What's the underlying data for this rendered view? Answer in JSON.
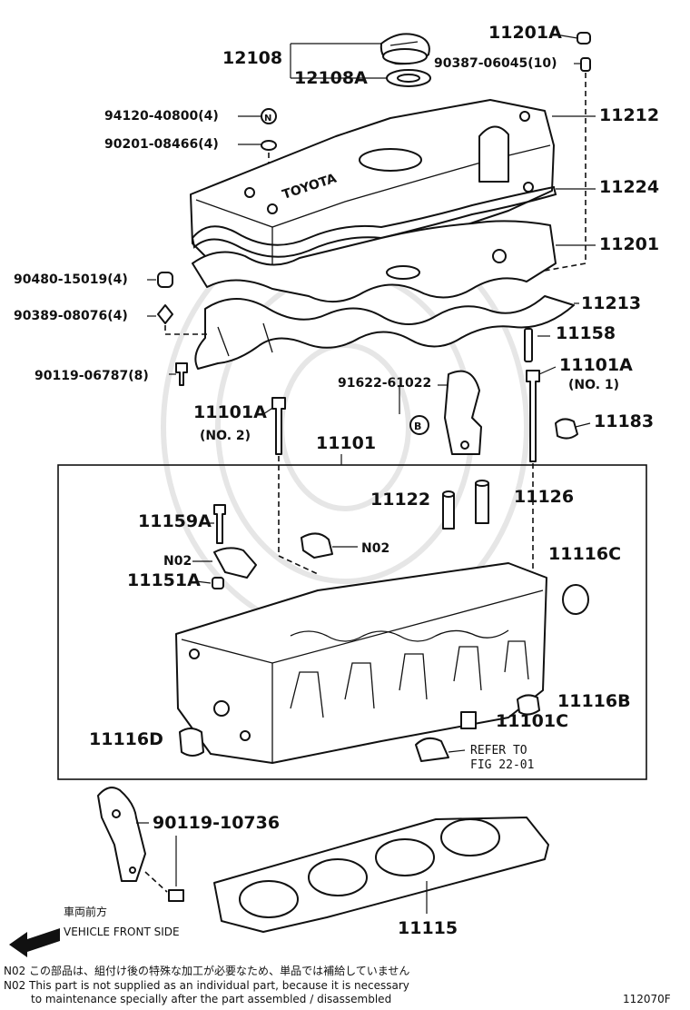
{
  "parts": {
    "p12108": "12108",
    "p12108A": "12108A",
    "p11201A": "11201A",
    "p90387": "90387-06045(10)",
    "p94120": "94120-40800(4)",
    "p90201": "90201-08466(4)",
    "p11212": "11212",
    "p11224": "11224",
    "p11201": "11201",
    "p90480": "90480-15019(4)",
    "p90389": "90389-08076(4)",
    "p11213": "11213",
    "p11158": "11158",
    "p90119a": "90119-06787(8)",
    "p91622": "91622-61022",
    "p11101A_1": "11101A",
    "p11101A_1sub": "(NO. 1)",
    "p11101A_2": "11101A",
    "p11101A_2sub": "(NO. 2)",
    "p11183": "11183",
    "p11101": "11101",
    "p11122": "11122",
    "p11126": "11126",
    "p11159A": "11159A",
    "n02_a": "N02",
    "n02_b": "N02",
    "p11151A": "11151A",
    "p11116C": "11116C",
    "p11116B": "11116B",
    "p11101C": "11101C",
    "p11116D": "11116D",
    "refer1": "REFER TO",
    "refer2": "FIG 22-01",
    "p90119b": "90119-10736",
    "p11115": "11115"
  },
  "markers": {
    "n_circle": "N",
    "b_circle": "B"
  },
  "brand": {
    "cover_logo": "TOYOTA"
  },
  "direction": {
    "jp": "車両前方",
    "en": "VEHICLE FRONT SIDE"
  },
  "footnotes": {
    "jp": "N02 この部品は、組付け後の特殊な加工が必要なため、単品では補給していません",
    "en_line1": "N02 This part is not supplied as an individual part, because it is necessary",
    "en_line2": "to maintenance specially after the part assembled / disassembled"
  },
  "figure_id": "112070F"
}
